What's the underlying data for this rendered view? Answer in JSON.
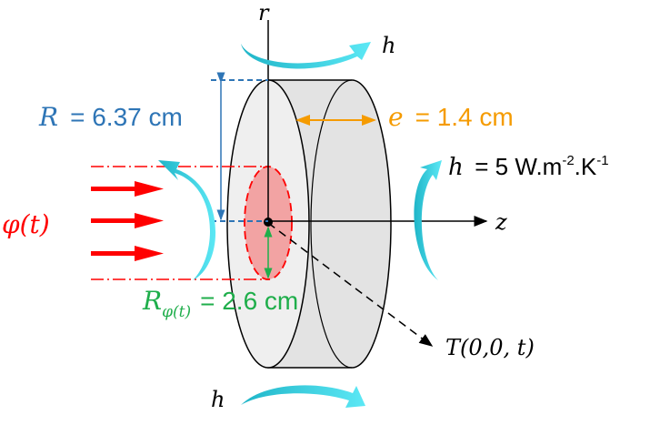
{
  "labels": {
    "r_axis": "r",
    "z_axis": "z",
    "h_top": "h",
    "h_bottom": "h",
    "h_right_symbol": "h",
    "h_right_value": "= 5 W.m",
    "h_exp1": "-2",
    "h_mid": ".K",
    "h_exp2": "-1",
    "R_symbol": "R",
    "R_value": "= 6.37 cm",
    "e_symbol": "e",
    "e_value": "= 1.4 cm",
    "phi": "φ(t)",
    "Rphi_symbol": "R",
    "Rphi_sub": "φ(t)",
    "Rphi_value": "= 2.6 cm",
    "T_point": "T(0,0, t)"
  },
  "colors": {
    "blue": "#2e75b6",
    "orange": "#f59b00",
    "red": "#ff0000",
    "green": "#1fae4b",
    "cyan": "#27c9e0",
    "disk": "#ececec"
  }
}
